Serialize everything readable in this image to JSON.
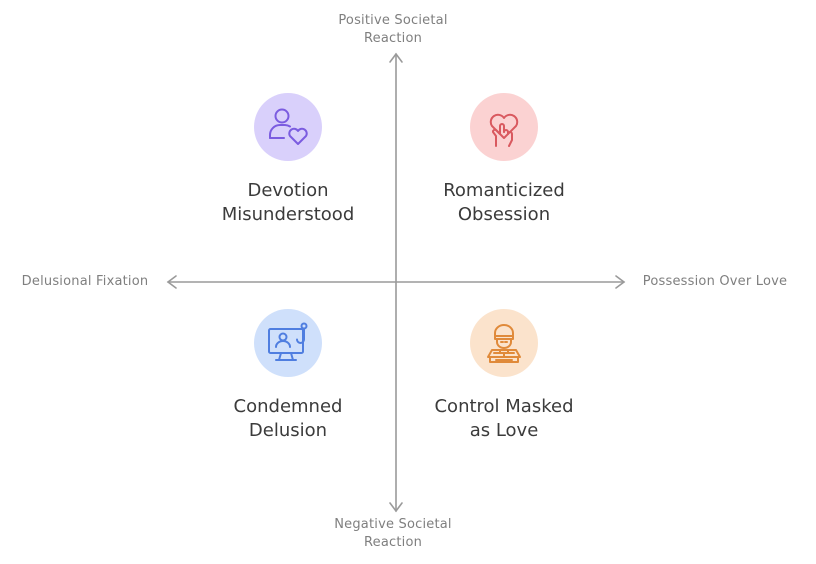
{
  "axes": {
    "top": "Positive Societal\nReaction",
    "bottom": "Negative Societal\nReaction",
    "left": "Delusional Fixation",
    "right": "Possession Over Love"
  },
  "quadrants": {
    "top_left": {
      "label": "Devotion\nMisunderstood",
      "icon": "person-heart-icon",
      "color": "#d9d0fb",
      "stroke": "#7b5ce0"
    },
    "top_right": {
      "label": "Romanticized\nObsession",
      "icon": "heart-hand-icon",
      "color": "#fbd2d2",
      "stroke": "#d9595f"
    },
    "bottom_left": {
      "label": "Condemned\nDelusion",
      "icon": "monitor-person-icon",
      "color": "#cfe0fb",
      "stroke": "#4f7ee0"
    },
    "bottom_right": {
      "label": "Control Masked\nas Love",
      "icon": "masked-person-icon",
      "color": "#fbe3cc",
      "stroke": "#e08a3a"
    }
  }
}
